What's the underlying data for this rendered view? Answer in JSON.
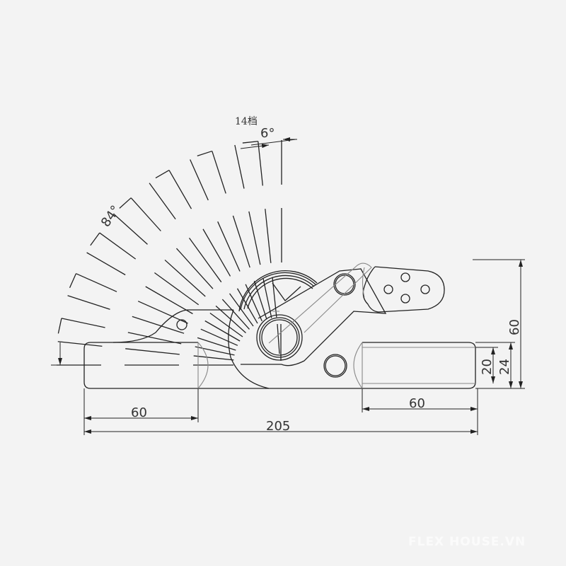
{
  "drawing": {
    "title": "Ratchet buckle technical drawing",
    "stroke_color": "#222222",
    "background": "#f3f3f3",
    "labels": {
      "positions": "14档",
      "step_angle": "6°",
      "total_angle": "84°"
    },
    "dimensions": {
      "left_handle_length": "60",
      "right_handle_length": "60",
      "overall_length": "205",
      "height": "60",
      "outer_width": "24",
      "inner_width": "20"
    }
  },
  "watermark": "FLEX HOUSE.VN"
}
